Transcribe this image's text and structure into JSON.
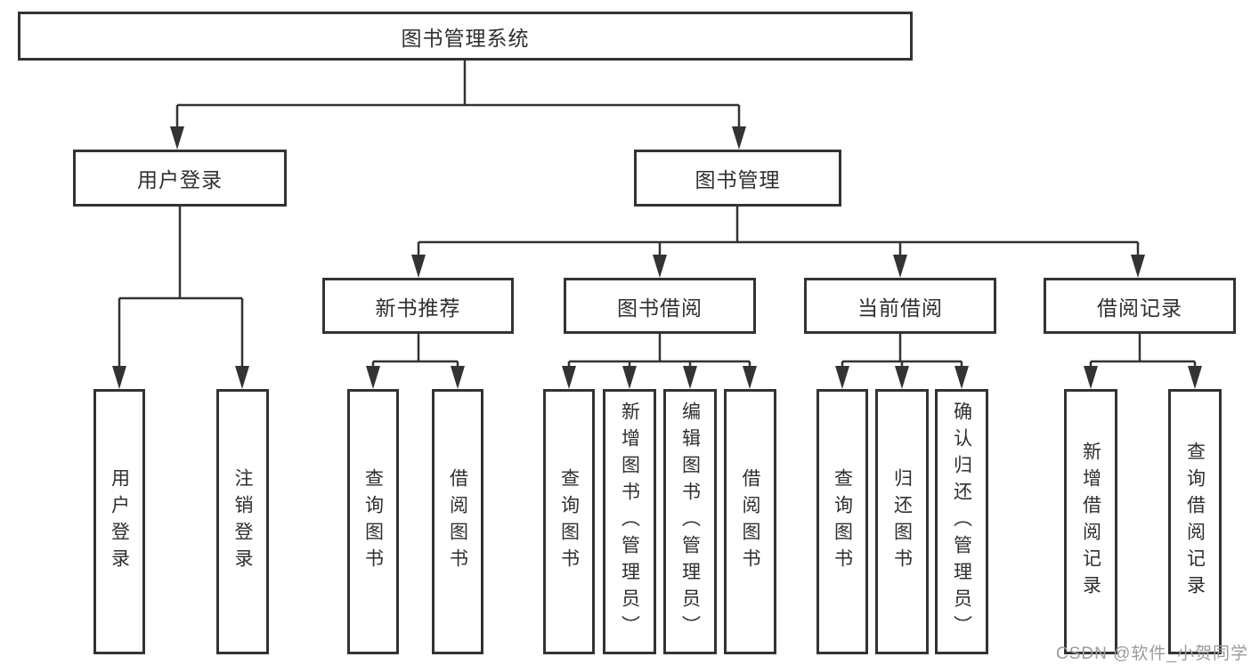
{
  "diagram": {
    "type": "function-structure-tree",
    "watermark": "CSDN @软件_小贺同学",
    "colors": {
      "line": "#333333",
      "box_border": "#333333",
      "box_background": "#ffffff",
      "text": "#2f2f2f",
      "watermark": "#9b9b9b"
    },
    "nodes": {
      "root": {
        "label": "图书管理系统"
      },
      "user_login": {
        "label": "用户登录"
      },
      "book_mgmt": {
        "label": "图书管理"
      },
      "new_book_rec": {
        "label": "新书推荐"
      },
      "book_borrow": {
        "label": "图书借阅"
      },
      "current_borrow": {
        "label": "当前借阅"
      },
      "borrow_records": {
        "label": "借阅记录"
      },
      "leaf_user_login": {
        "label": "用户登录"
      },
      "leaf_logout": {
        "label": "注销登录"
      },
      "leaf_query_book_rec": {
        "label": "查询图书"
      },
      "leaf_borrow_book_rec": {
        "label": "借阅图书"
      },
      "leaf_query_book_borrow": {
        "label": "查询图书"
      },
      "leaf_add_book": {
        "label": "新增图书（管理员）"
      },
      "leaf_edit_book": {
        "label": "编辑图书（管理员）"
      },
      "leaf_borrow_book": {
        "label": "借阅图书"
      },
      "leaf_query_book_current": {
        "label": "查询图书"
      },
      "leaf_return_book": {
        "label": "归还图书"
      },
      "leaf_confirm_return": {
        "label": "确认归还（管理员）"
      },
      "leaf_add_borrow_record": {
        "label": "新增借阅记录"
      },
      "leaf_query_borrow_record": {
        "label": "查询借阅记录"
      }
    },
    "edges": [
      "root->user_login",
      "root->book_mgmt",
      "user_login->leaf_user_login",
      "user_login->leaf_logout",
      "book_mgmt->new_book_rec",
      "book_mgmt->book_borrow",
      "book_mgmt->current_borrow",
      "book_mgmt->borrow_records",
      "new_book_rec->leaf_query_book_rec",
      "new_book_rec->leaf_borrow_book_rec",
      "book_borrow->leaf_query_book_borrow",
      "book_borrow->leaf_add_book",
      "book_borrow->leaf_edit_book",
      "book_borrow->leaf_borrow_book",
      "current_borrow->leaf_query_book_current",
      "current_borrow->leaf_return_book",
      "current_borrow->leaf_confirm_return",
      "borrow_records->leaf_add_borrow_record",
      "borrow_records->leaf_query_borrow_record"
    ]
  }
}
